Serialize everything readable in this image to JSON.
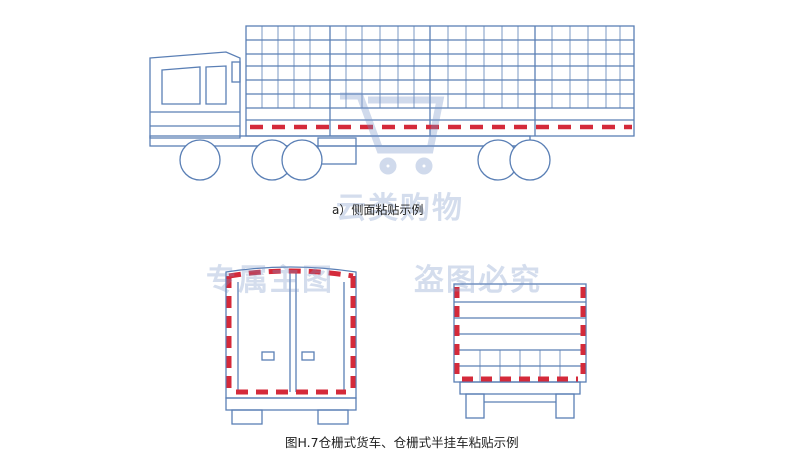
{
  "captions": {
    "side_view": "a）侧面粘贴示例",
    "figure": "图H.7仓栅式货车、仓栅式半挂车粘贴示例"
  },
  "watermark": {
    "brand": "云类购物",
    "notice_left": "专属主图",
    "notice_right": "盗图必究"
  },
  "colors": {
    "outline": "#5a7fb5",
    "reflective_red": "#d42a3a",
    "watermark": "#9db3d6"
  }
}
